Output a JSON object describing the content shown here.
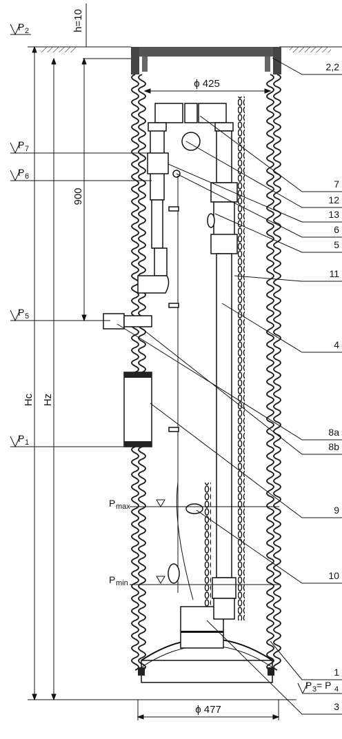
{
  "levels": {
    "p2": "P",
    "p2_sub": "2",
    "p7": "P",
    "p7_sub": "7",
    "p6": "P",
    "p6_sub": "6",
    "p5": "P",
    "p5_sub": "5",
    "p1": "P",
    "p1_sub": "1",
    "pmax": "P",
    "pmax_sub": "max",
    "pmin": "P",
    "pmin_sub": "min",
    "p3p4": "P",
    "p3_sub": "3",
    "p3p4_eq": " = P",
    "p4_sub": "4"
  },
  "dimensions": {
    "h": "h=10",
    "d425": "ϕ 425",
    "d477": "ϕ 477",
    "d900": "900",
    "hc": "Hc",
    "hz": "Hz"
  },
  "callouts": [
    "2,2",
    "7",
    "12",
    "13",
    "6",
    "5",
    "11",
    "4",
    "8a",
    "8b",
    "9",
    "10",
    "1",
    "3"
  ],
  "colors": {
    "line": "#111111",
    "lid": "#555555",
    "wall": "#222222"
  }
}
